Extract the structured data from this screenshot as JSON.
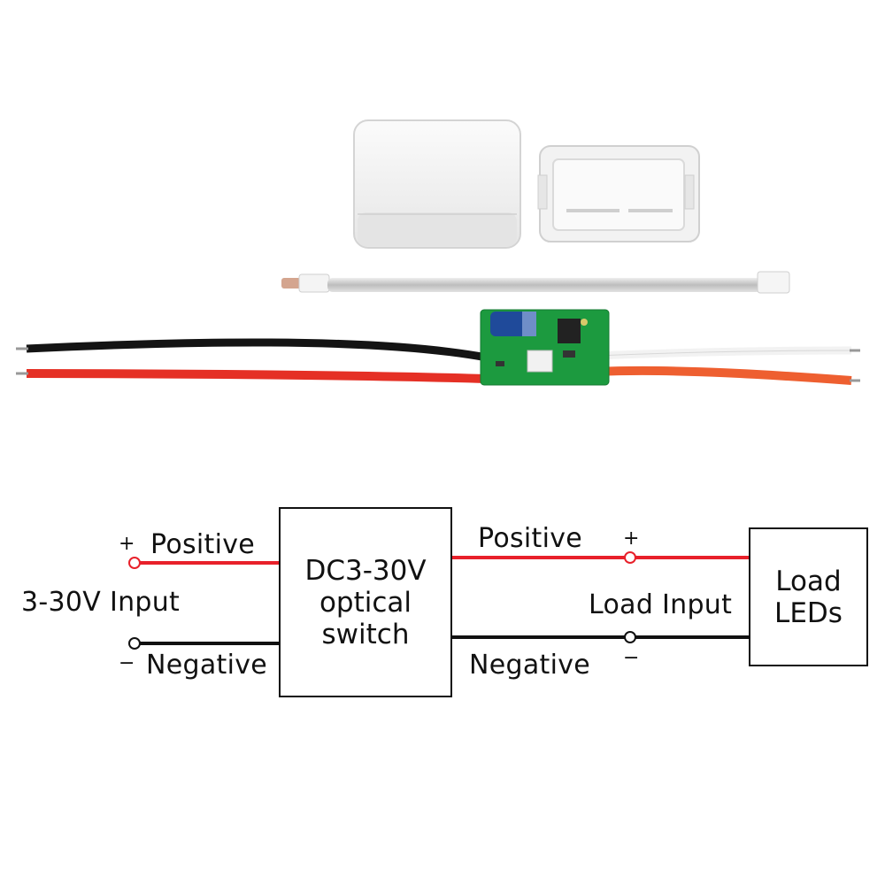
{
  "diagram": {
    "switch_box": {
      "label": "DC3-30V\noptical\nswitch"
    },
    "load_box": {
      "label": "Load\nLEDs"
    },
    "input_side": {
      "title": "3-30V Input",
      "positive_label": "Positive",
      "negative_label": "Negative",
      "plus_sign": "+",
      "minus_sign": "−"
    },
    "output_side": {
      "title": "Load Input",
      "positive_label": "Positive",
      "negative_label": "Negative",
      "plus_sign": "+",
      "minus_sign": "−"
    },
    "colors": {
      "positive_wire": "#e8202a",
      "negative_wire": "#111111",
      "terminal_positive": "#e8202a",
      "terminal_negative": "#111111"
    }
  },
  "photo": {
    "items": [
      "enclosure-body-icon",
      "enclosure-lid-icon",
      "sensor-cable-icon",
      "pcb-module-icon"
    ]
  }
}
